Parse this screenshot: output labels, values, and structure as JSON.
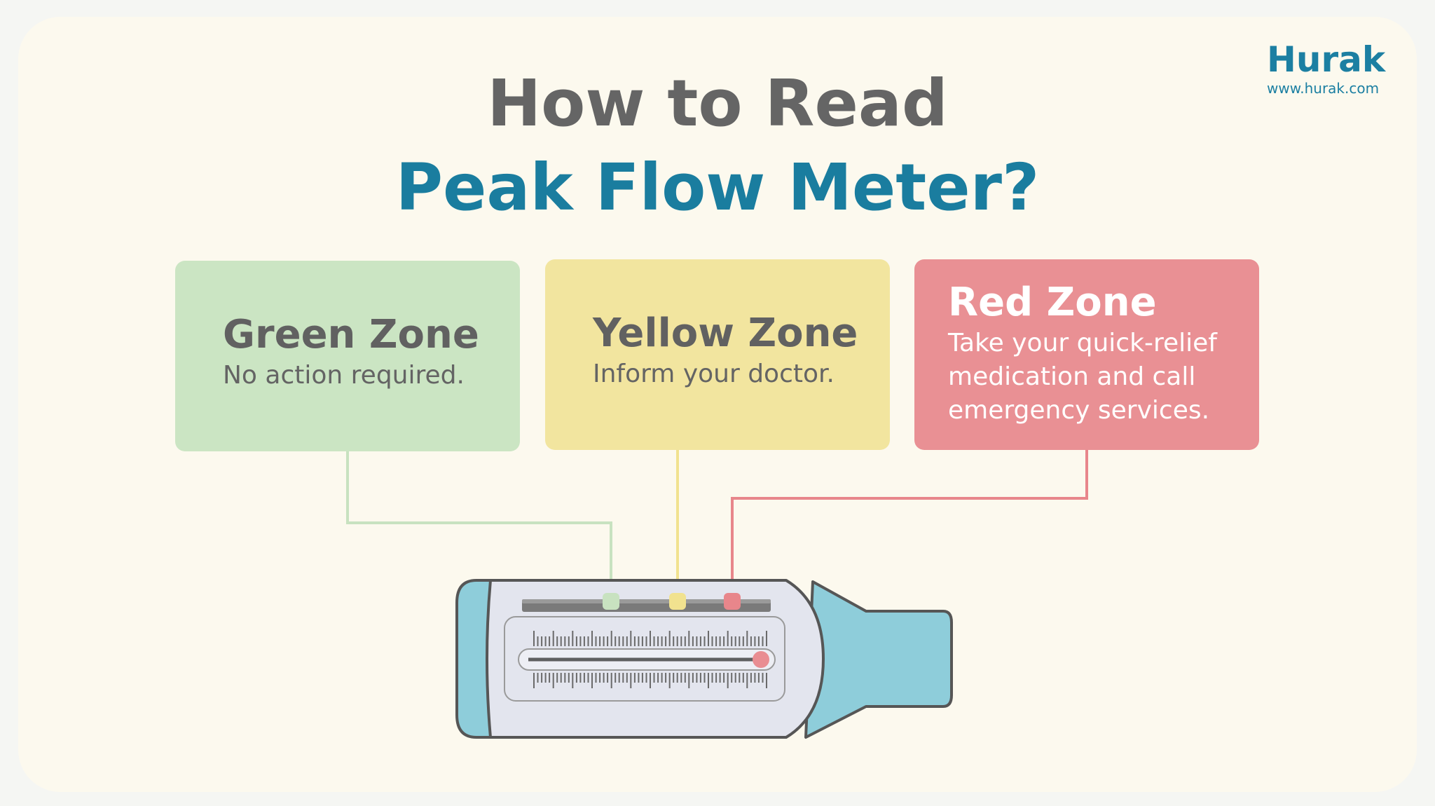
{
  "brand": {
    "name": "Hurak",
    "url": "www.hurak.com"
  },
  "title": {
    "line1": "How to Read",
    "line2": "Peak Flow Meter?"
  },
  "zones": [
    {
      "title": "Green Zone",
      "description": "No action required.",
      "color": "#cbe5c3"
    },
    {
      "title": "Yellow Zone",
      "description": "Inform your doctor.",
      "color": "#f2e59f"
    },
    {
      "title": "Red Zone",
      "description": "Take your quick-relief medication and call emergency services.",
      "color": "#e99094"
    }
  ],
  "colors": {
    "accent": "#1a7d9f",
    "green_connector": "#c8e2c0",
    "yellow_connector": "#f1e28f",
    "red_connector": "#e8868b",
    "indicator": "#e98d92"
  }
}
